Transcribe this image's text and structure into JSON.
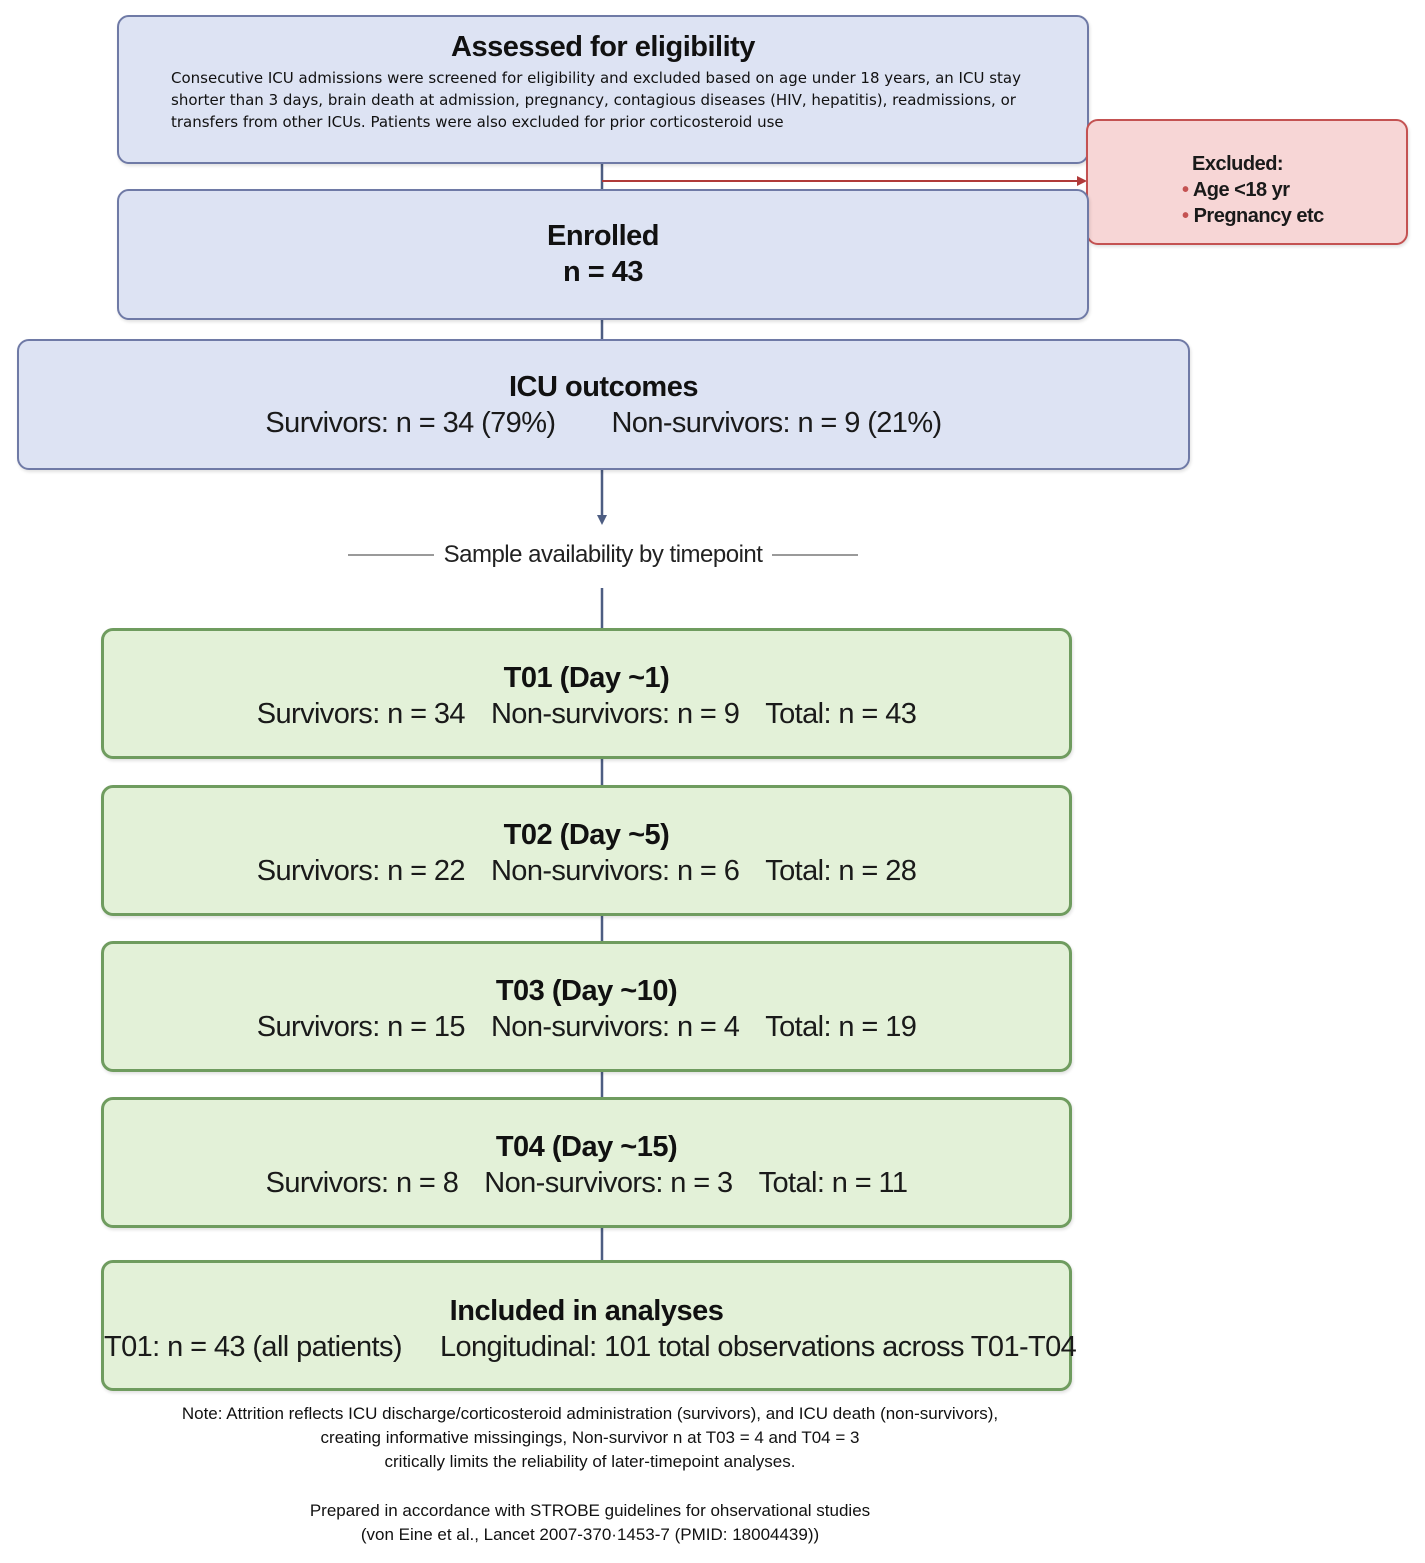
{
  "assessed": {
    "title": "Assessed for eligibility",
    "text": "Consecutive ICU admissions were screened for eligibility and excluded based on age under 18 years, an ICU stay shorter than 3 days, brain death at admission, pregnancy, contagious diseases (HIV, hepatitis), readmissions, or transfers from other ICUs. Patients were also excluded for prior corticosteroid use"
  },
  "excluded": {
    "title": "Excluded:",
    "items": [
      "Age <18 yr",
      "Pregnancy etc"
    ]
  },
  "enrolled": {
    "title": "Enrolled",
    "n": "n = 43"
  },
  "outcomes": {
    "title": "ICU outcomes",
    "survivors": "Survivors: n = 34 (79%)",
    "non_survivors": "Non-survivors: n = 9 (21%)"
  },
  "divider_label": "Sample availability by timepoint",
  "timepoints": [
    {
      "title": "T01 (Day ~1)",
      "survivors": "Survivors: n = 34",
      "non_survivors": "Non-survivors: n = 9",
      "total": "Total: n = 43"
    },
    {
      "title": "T02 (Day ~5)",
      "survivors": "Survivors: n = 22",
      "non_survivors": "Non-survivors: n = 6",
      "total": "Total: n = 28"
    },
    {
      "title": "T03 (Day ~10)",
      "survivors": "Survivors: n = 15",
      "non_survivors": "Non-survivors: n = 4",
      "total": "Total: n = 19"
    },
    {
      "title": "T04 (Day ~15)",
      "survivors": "Survivors: n = 8",
      "non_survivors": "Non-survivors: n = 3",
      "total": "Total: n = 11"
    }
  ],
  "analyses": {
    "title": "Included in analyses",
    "t01": "T01: n = 43 (all patients)",
    "longitudinal": "Longitudinal: 101 total observations across T01-T04"
  },
  "note": {
    "line1": "Note: Attrition reflects ICU discharge/corticosteroid administration (survivors), and ICU death (non-survivors),",
    "line2": "creating informative missingings, Non-survivor n at T03 = 4 and T04 = 3",
    "line3": "critically limits the reliability of later-timepoint analyses."
  },
  "footer": {
    "line1": "Prepared in accordance with STROBE guidelines for ohservational studies",
    "line2": "(von Eine et al., Lancet 2007-370·1453-7 (PMID: 18004439))"
  },
  "colors": {
    "blue_fill": "#dde3f3",
    "green_fill": "#e3f1d8",
    "red_fill": "#f7d6d6",
    "arrow": "#4d5d82",
    "exclusion_arrow": "#b03a3a"
  }
}
